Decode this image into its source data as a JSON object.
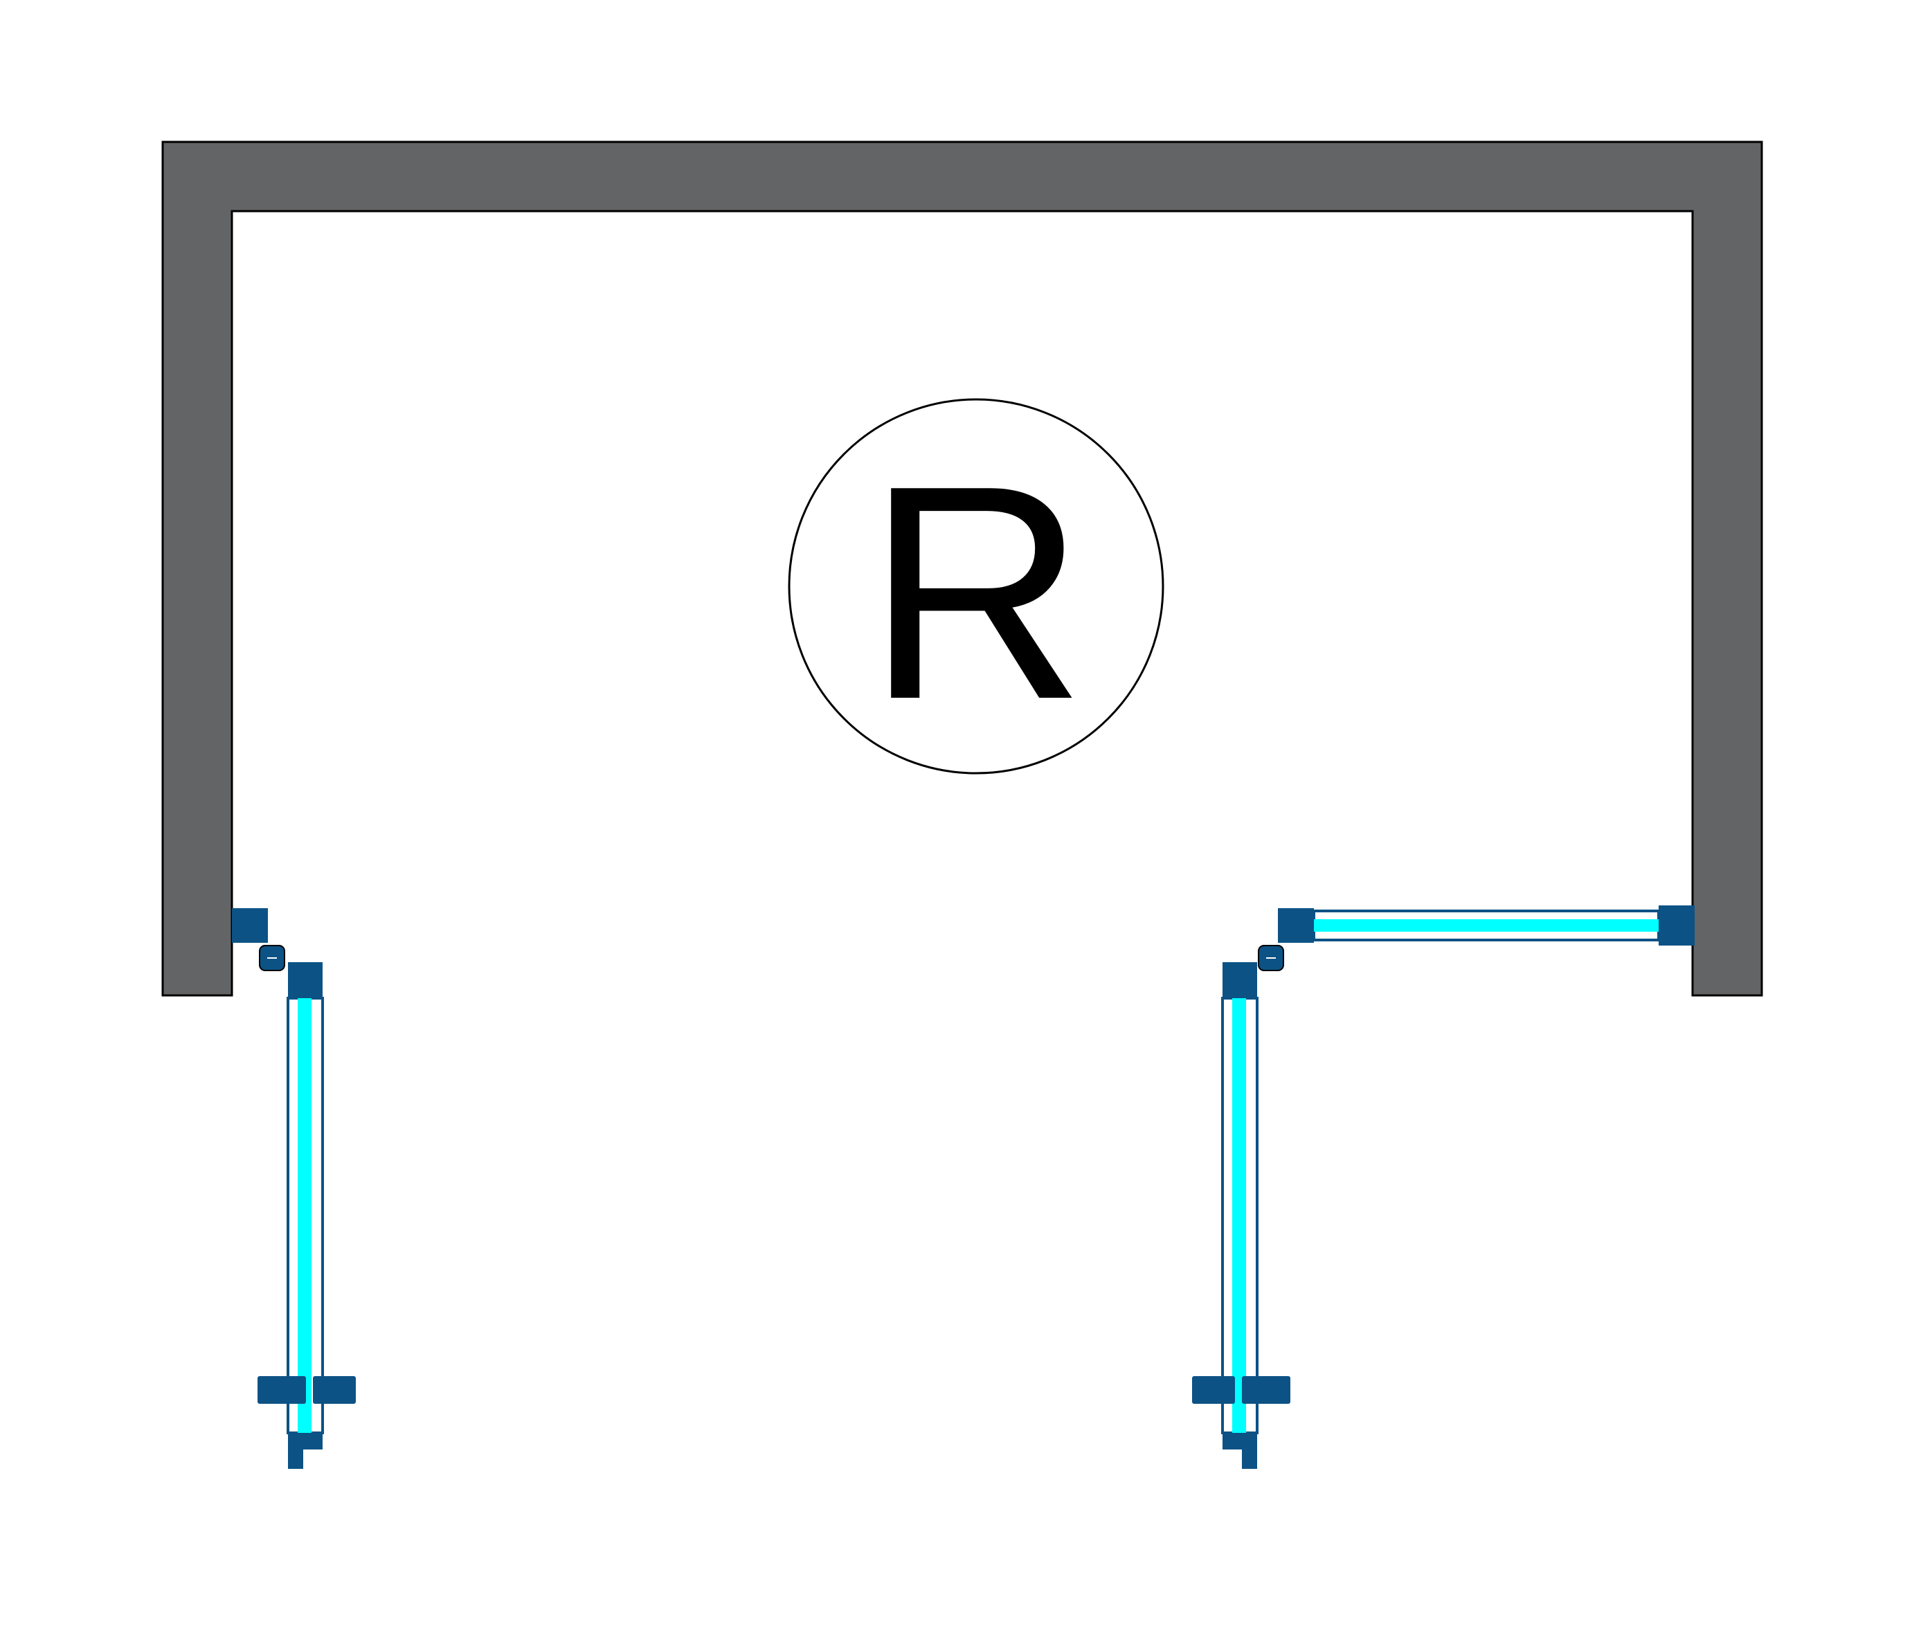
{
  "diagram": {
    "orientation_label": "R",
    "colors": {
      "background": "#ffffff",
      "wall": "#636466",
      "outline": "#000000",
      "profile": "#0d5285",
      "glass": "#00ffff",
      "panel_border": "#0d5285"
    },
    "elements": {
      "walls": "u-shaped-wall",
      "left_door": "hinged-door-panel-left",
      "right_door": "hinged-door-panel-right",
      "fixed_panel": "fixed-glass-panel-right",
      "label_circle": "orientation-circle"
    }
  }
}
